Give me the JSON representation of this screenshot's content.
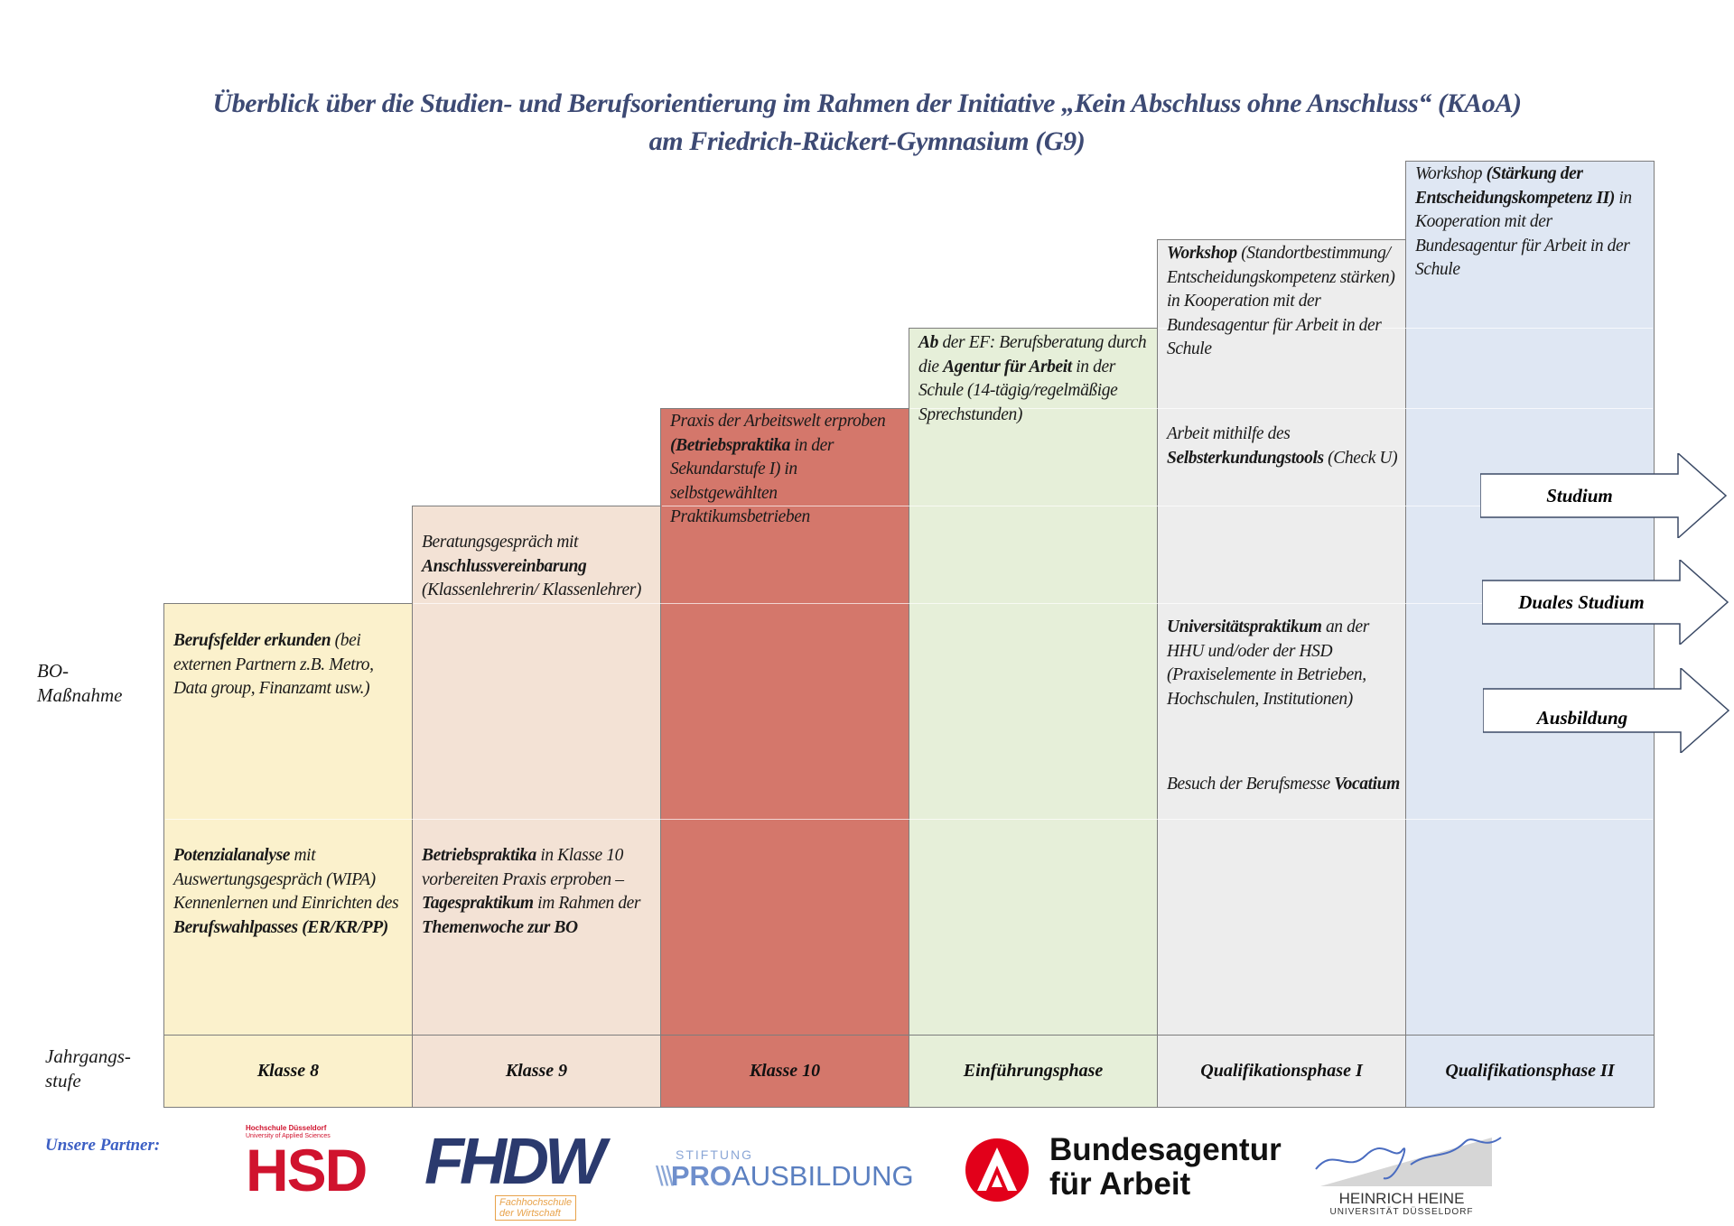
{
  "title": {
    "line1": "Überblick über die Studien- und Berufsorientierung im Rahmen der Initiative „Kein Abschluss ohne Anschluss“ (KAoA)",
    "line2": "am Friedrich-Rückert-Gymnasium (G9)"
  },
  "row_labels": {
    "measure": [
      "BO-",
      "Maßnahme"
    ],
    "grade": [
      "Jahrgangs-",
      "stufe"
    ]
  },
  "columns": [
    {
      "grade": "Klasse 8",
      "color": "#fbf1cc"
    },
    {
      "grade": "Klasse 9",
      "color": "#f3e2d5"
    },
    {
      "grade": "Klasse 10",
      "color": "#d4776b"
    },
    {
      "grade": "Einführungsphase",
      "color": "#e6efd9"
    },
    {
      "grade": "Qualifikationsphase I",
      "color": "#ededed"
    },
    {
      "grade": "Qualifikationsphase II",
      "color": "#dfe7f3"
    }
  ],
  "texts": {
    "k8a": {
      "b1": "Berufsfelder erkunden",
      "t1": "(bei externen Partnern z.B. Metro, Data group, Finanzamt usw.)"
    },
    "k8b": {
      "b1": "Potenzialanalyse",
      "t1": " mit Auswertungsgespräch (WIPA) Kennenlernen und Einrichten des ",
      "b2": "Berufswahlpasses (ER/KR/PP)"
    },
    "k9a": {
      "t1": "Beratungsgespräch mit ",
      "b1": "Anschlussvereinbarung",
      "t2": " (Klassenlehrerin/ Klassenlehrer)"
    },
    "k9b": {
      "b1": "Betriebspraktika",
      "t1": " in Klasse 10 vorbereiten Praxis erproben – ",
      "b2": "Tagespraktikum",
      "t2": " im Rahmen der ",
      "b3": "Themenwoche zur BO"
    },
    "k10": {
      "t1": "Praxis der Arbeitswelt erproben ",
      "b1": "(Betriebspraktika",
      "t2": " in der Sekundarstufe I) in selbstgewählten Praktikumsbetrieben"
    },
    "ef": {
      "b1": "Ab",
      "t1": " der EF: Berufsberatung durch die ",
      "b2": "Agentur für Arbeit",
      "t2": " in der Schule (14-tägig/regelmäßige Sprechstunden)"
    },
    "q1a": {
      "b1": "Workshop",
      "t1": " (Standortbestimmung/ Entscheidungskompetenz stärken) in Kooperation mit der Bundesagentur für Arbeit in der Schule"
    },
    "q1b": {
      "t1": "Arbeit mithilfe des ",
      "b1": "Selbsterkundungstools",
      "t2": " (Check U)"
    },
    "q1c": {
      "b1": "Universitätspraktikum",
      "t1": " an der HHU und/oder der HSD (Praxiselemente in Betrieben, Hochschulen, Institutionen)"
    },
    "q1d": {
      "t1": "Besuch der Berufsmesse ",
      "b1": "Vocatium"
    },
    "q2": {
      "t1": "Workshop ",
      "b1": "(Stärkung der Entscheidungskompetenz II)",
      "t2": " in Kooperation mit der Bundesagentur für Arbeit in der Schule"
    }
  },
  "arrows": [
    "Studium",
    "Duales Studium",
    "Ausbildung"
  ],
  "partners": {
    "label": "Unsere Partner:",
    "logos": [
      {
        "name": "HSD",
        "sub1": "Hochschule Düsseldorf",
        "sub2": "University of Applied Sciences",
        "color": "#d0132e"
      },
      {
        "name": "FHDW",
        "sub1": "Fachhochschule",
        "sub2": "der Wirtschaft",
        "color": "#2b3a6e"
      },
      {
        "name": "PROAUSBILDUNG",
        "pre": "STIFTUNG",
        "pro": "PRO",
        "rest": "AUSBILDUNG",
        "color": "#5a7fc0"
      },
      {
        "name": "Bundesagentur für Arbeit",
        "line1": "Bundesagentur",
        "line2": "für Arbeit",
        "color": "#e2001a"
      },
      {
        "name": "Heinrich Heine Universität Düsseldorf",
        "line1": "HEINRICH HEINE",
        "line2": "UNIVERSITÄT DÜSSELDORF",
        "color": "#4a6cc0"
      }
    ]
  }
}
